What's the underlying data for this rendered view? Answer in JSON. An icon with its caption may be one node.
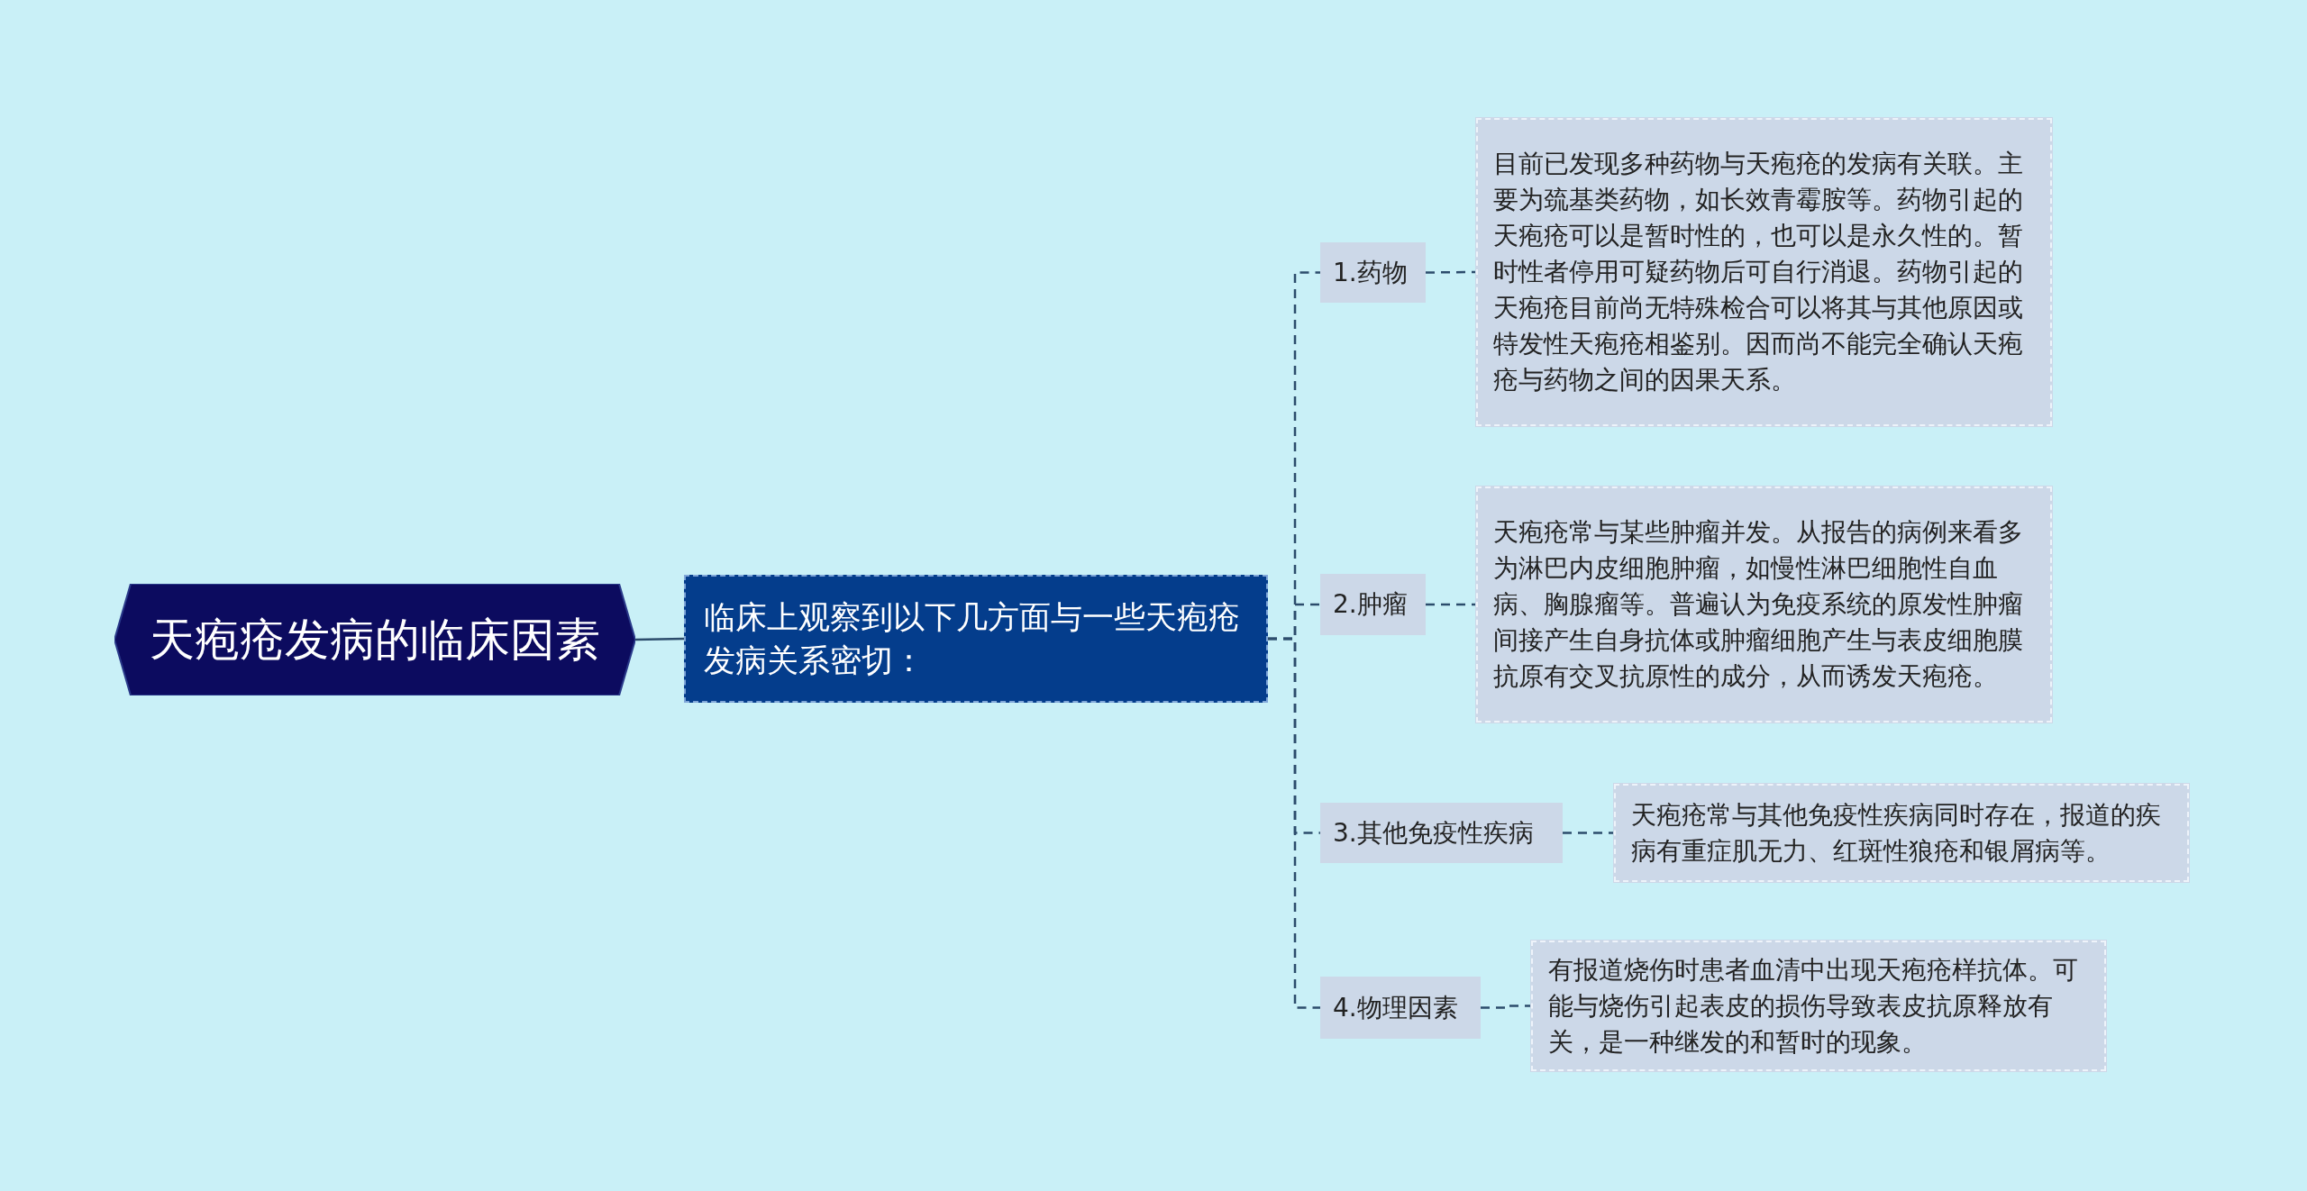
{
  "diagram": {
    "nodes": [
      {
        "text": [
          "天疱疮发病的临床因素"
        ]
      },
      {
        "text": [
          "临床上观察到以下几方面与一些天疱疮发病关系密切："
        ]
      },
      {
        "text": [
          "1.药物"
        ]
      },
      {
        "text": [
          "目前已发现多种药物与天疱疮的发病有关联。主要为巯基类药物，如长效青霉胺等。药物引起的天疱疮可以是暂时性的，也可以是永久性的。暂时性者停用可疑药物后可自行消退。药物引起的天疱疮目前尚无特殊检合可以将其与其他原因或特发性天疱疮相鉴别。因而尚不能完全确认天疱疮与药物之间的因果天系。"
        ]
      },
      {
        "text": [
          "2.肿瘤"
        ]
      },
      {
        "text": [
          "天疱疮常与某些肿瘤并发。从报告的病例来看多为淋巴内皮细胞肿瘤，如慢性淋巴细胞性自血病、胸腺瘤等。普遍认为免疫系统的原发性肿瘤间接产生自身抗体或肿瘤细胞产生与表皮细胞膜抗原有交叉抗原性的成分，从而诱发天疱疮。"
        ]
      },
      {
        "text": [
          "3.其他免疫性疾病"
        ]
      },
      {
        "text": [
          "天疱疮常与其他免疫性疾病同时存在，报道的疾病有重症肌无力、红斑性狼疮和银屑病等。"
        ]
      },
      {
        "text": [
          "4.物理因素"
        ]
      },
      {
        "text": [
          "有报道烧伤时患者血清中出现天疱疮样抗体。可能与烧伤引起表皮的损伤导致表皮抗原释放有关，是一种继发的和暂时的现象。"
        ]
      }
    ],
    "edges": [
      {
        "from": 0,
        "to": 1,
        "arrow": "none"
      },
      {
        "from": 1,
        "to": 2,
        "arrow": "none",
        "style": "dashed"
      },
      {
        "from": 1,
        "to": 4,
        "arrow": "none",
        "style": "dashed"
      },
      {
        "from": 1,
        "to": 6,
        "arrow": "none",
        "style": "dashed"
      },
      {
        "from": 1,
        "to": 8,
        "arrow": "none",
        "style": "dashed"
      },
      {
        "from": 2,
        "to": 3,
        "arrow": "none",
        "style": "dashed"
      },
      {
        "from": 4,
        "to": 5,
        "arrow": "none",
        "style": "dashed"
      },
      {
        "from": 6,
        "to": 7,
        "arrow": "none",
        "style": "dashed"
      },
      {
        "from": 8,
        "to": 9,
        "arrow": "none",
        "style": "dashed"
      }
    ]
  }
}
